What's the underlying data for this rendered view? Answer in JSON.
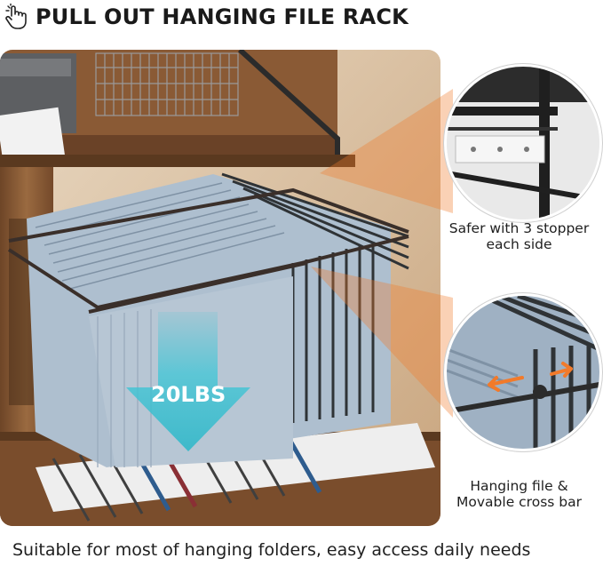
{
  "header": {
    "title": "PULL OUT HANGING FILE RACK",
    "icon": "hand-pointer-icon"
  },
  "weight_label": "20LBS",
  "callouts": {
    "top": {
      "line1": "Safer with 3 stopper",
      "line2": "each side"
    },
    "bottom": {
      "line1": "Hanging file &",
      "line2": "Movable cross bar"
    }
  },
  "footer": {
    "text": "Suitable for most of hanging folders, easy access daily needs"
  },
  "colors": {
    "accent_orange": "#f27a2a",
    "arrow_cyan": "#3ec6d6",
    "wood": "#8a5a35",
    "frame": "#2b2b2b",
    "folder_blue": "#9fb1c3"
  }
}
